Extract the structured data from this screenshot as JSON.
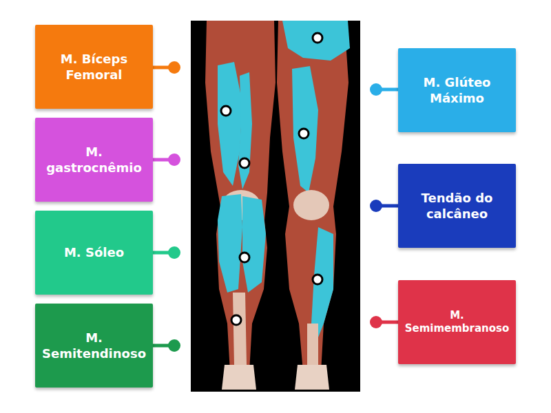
{
  "diagram": {
    "nodes": [
      {
        "text": [
          "M. Bíceps Femoral"
        ]
      },
      {
        "text": [
          "M. Glúteo Máximo"
        ]
      },
      {
        "text": [
          "M. gastrocnêmio"
        ]
      },
      {
        "text": [
          "Tendão do calcâneo"
        ]
      },
      {
        "text": [
          "M. Sóleo"
        ]
      },
      {
        "text": [
          "M. Semimembranoso"
        ]
      },
      {
        "text": [
          "M. Semitendinoso"
        ]
      }
    ]
  }
}
